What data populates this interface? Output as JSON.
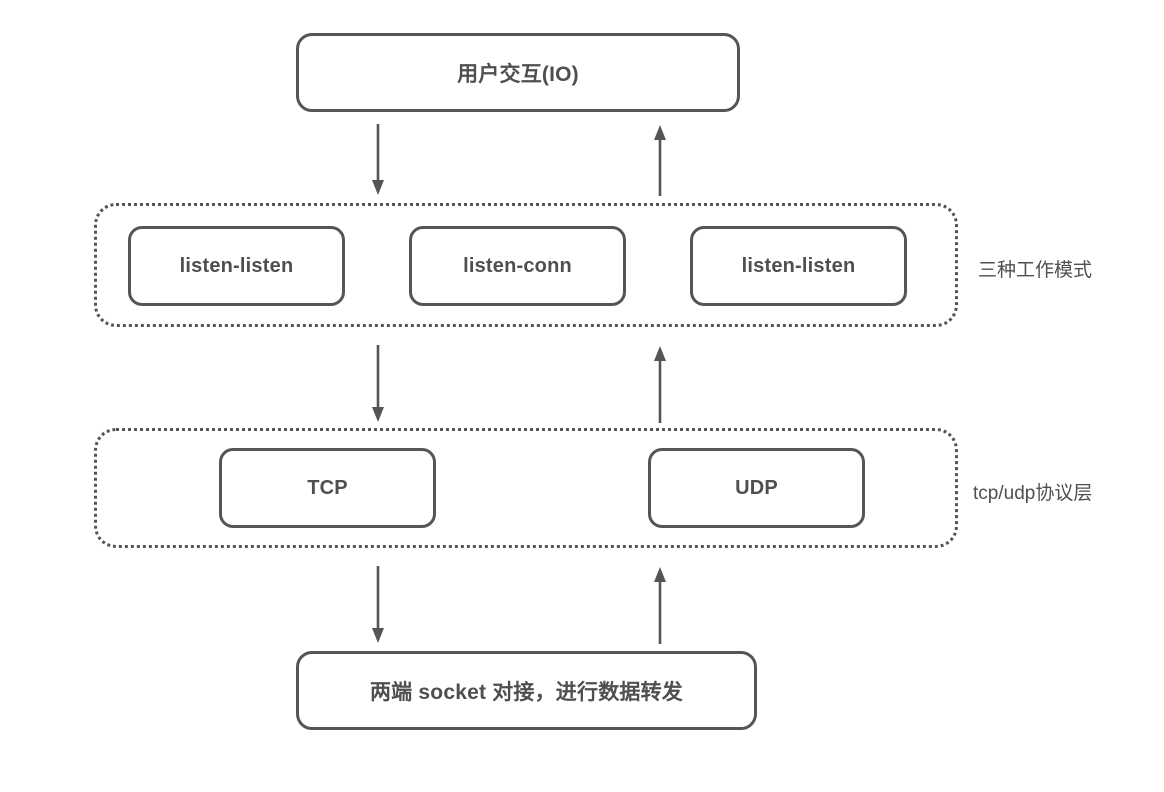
{
  "diagram": {
    "title": "socket forwarding architecture",
    "stroke_color": "#555555",
    "text_color": "#4f4f4f",
    "background": "#ffffff",
    "nodes": {
      "io": {
        "label": "用户交互(IO)"
      },
      "mode_left": {
        "label": "listen-listen"
      },
      "mode_center": {
        "label": "listen-conn"
      },
      "mode_right": {
        "label": "listen-listen"
      },
      "tcp": {
        "label": "TCP"
      },
      "udp": {
        "label": "UDP"
      },
      "socket": {
        "label": "两端 socket 对接，进行数据转发"
      }
    },
    "groups": {
      "modes": {
        "label": "三种工作模式"
      },
      "protocol": {
        "label": "tcp/udp协议层"
      }
    },
    "arrows": [
      {
        "name": "io-to-modes",
        "direction": "down"
      },
      {
        "name": "modes-to-io",
        "direction": "up"
      },
      {
        "name": "modes-to-protocol",
        "direction": "down"
      },
      {
        "name": "protocol-to-modes",
        "direction": "up"
      },
      {
        "name": "protocol-to-socket",
        "direction": "down"
      },
      {
        "name": "socket-to-protocol",
        "direction": "up"
      }
    ]
  }
}
